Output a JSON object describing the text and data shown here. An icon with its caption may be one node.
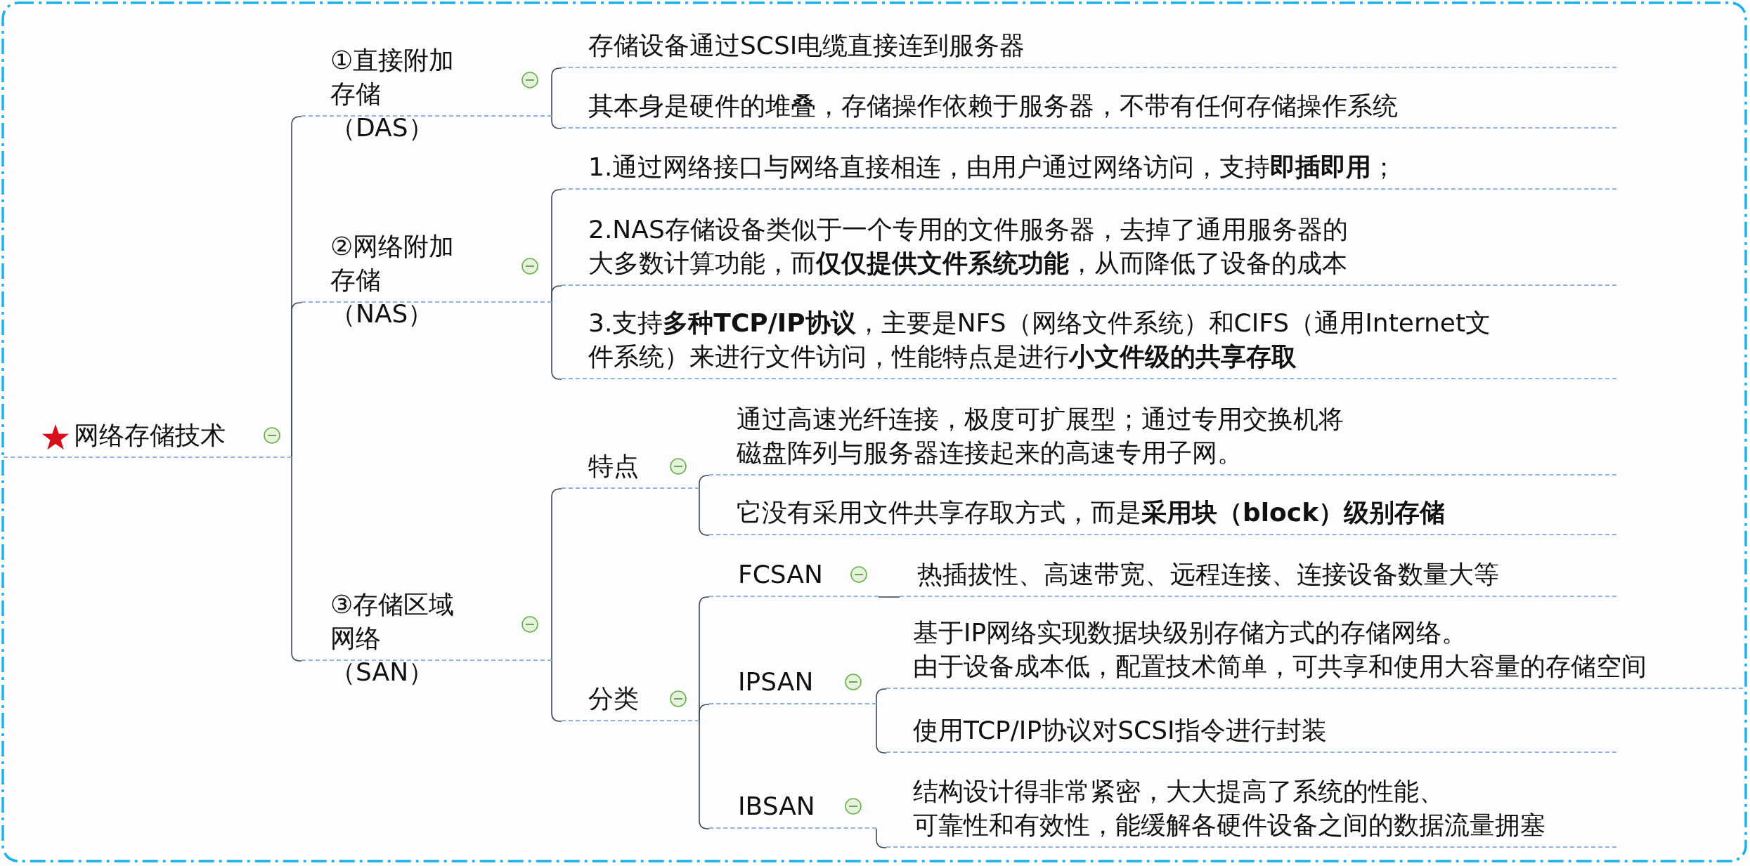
{
  "diagram": {
    "nodes": [
      {
        "text": [
          "网络存储技术"
        ]
      },
      {
        "text": [
          "①直接附加存储（DAS）"
        ]
      },
      {
        "text": [
          "存储设备通过SCSI电缆直接连到服务器"
        ]
      },
      {
        "text": [
          "其本身是硬件的堆叠，存储操作依赖于服务器，不带有任何存储操作系统"
        ]
      },
      {
        "text": [
          "②网络附加存储（NAS）"
        ]
      },
      {
        "text": [
          "1.通过网络接口与网络直接相连，由用户通过网络访问，支持**即插即用**；"
        ]
      },
      {
        "text": [
          "2.NAS存储设备类似于一个专用的文件服务器，去掉了通用服务器的大多数计算功能，而**仅仅提供文件系统功能**，从而降低了设备的成本"
        ]
      },
      {
        "text": [
          "3.支持**多种TCP/IP协议**，主要是NFS（网络文件系统）和CIFS（通用Internet文件系统）来进行文件访问，性能特点是进行**小文件级的共享存取**"
        ]
      },
      {
        "text": [
          "③存储区域网络（SAN）"
        ]
      },
      {
        "text": [
          "特点"
        ]
      },
      {
        "text": [
          "通过高速光纤连接，极度可扩展型；通过专用交换机将磁盘阵列与服务器连接起来的高速专用子网。"
        ]
      },
      {
        "text": [
          "它没有采用文件共享存取方式，而是**采用块（block）级别存储**"
        ]
      },
      {
        "text": [
          "分类"
        ]
      },
      {
        "text": [
          "FCSAN"
        ]
      },
      {
        "text": [
          "热插拔性、高速带宽、远程连接、连接设备数量大等"
        ]
      },
      {
        "text": [
          "IPSAN"
        ]
      },
      {
        "text": [
          "基于IP网络实现数据块级别存储方式的存储网络。",
          "由于设备成本低，配置技术简单，可共享和使用大容量的存储空间"
        ]
      },
      {
        "text": [
          "使用TCP/IP协议对SCSI指令进行封装"
        ]
      },
      {
        "text": [
          "IBSAN"
        ]
      },
      {
        "text": [
          "结构设计得非常紧密，大大提高了系统的性能、",
          "可靠性和有效性，能缓解各硬件设备之间的数据流量拥塞"
        ]
      }
    ],
    "edges": [
      {
        "from": 0,
        "to": 1,
        "arrow": "none"
      },
      {
        "from": 0,
        "to": 4,
        "arrow": "none"
      },
      {
        "from": 0,
        "to": 8,
        "arrow": "none"
      },
      {
        "from": 1,
        "to": 2,
        "arrow": "none"
      },
      {
        "from": 1,
        "to": 3,
        "arrow": "none"
      },
      {
        "from": 4,
        "to": 5,
        "arrow": "none"
      },
      {
        "from": 4,
        "to": 6,
        "arrow": "none"
      },
      {
        "from": 4,
        "to": 7,
        "arrow": "none"
      },
      {
        "from": 8,
        "to": 9,
        "arrow": "none"
      },
      {
        "from": 8,
        "to": 12,
        "arrow": "none"
      },
      {
        "from": 9,
        "to": 10,
        "arrow": "none"
      },
      {
        "from": 9,
        "to": 11,
        "arrow": "none"
      },
      {
        "from": 12,
        "to": 13,
        "arrow": "none"
      },
      {
        "from": 12,
        "to": 15,
        "arrow": "none"
      },
      {
        "from": 12,
        "to": 18,
        "arrow": "none"
      },
      {
        "from": 13,
        "to": 14,
        "arrow": "none"
      },
      {
        "from": 15,
        "to": 16,
        "arrow": "none"
      },
      {
        "from": 15,
        "to": 17,
        "arrow": "none"
      },
      {
        "from": 18,
        "to": 19,
        "arrow": "none"
      }
    ]
  }
}
